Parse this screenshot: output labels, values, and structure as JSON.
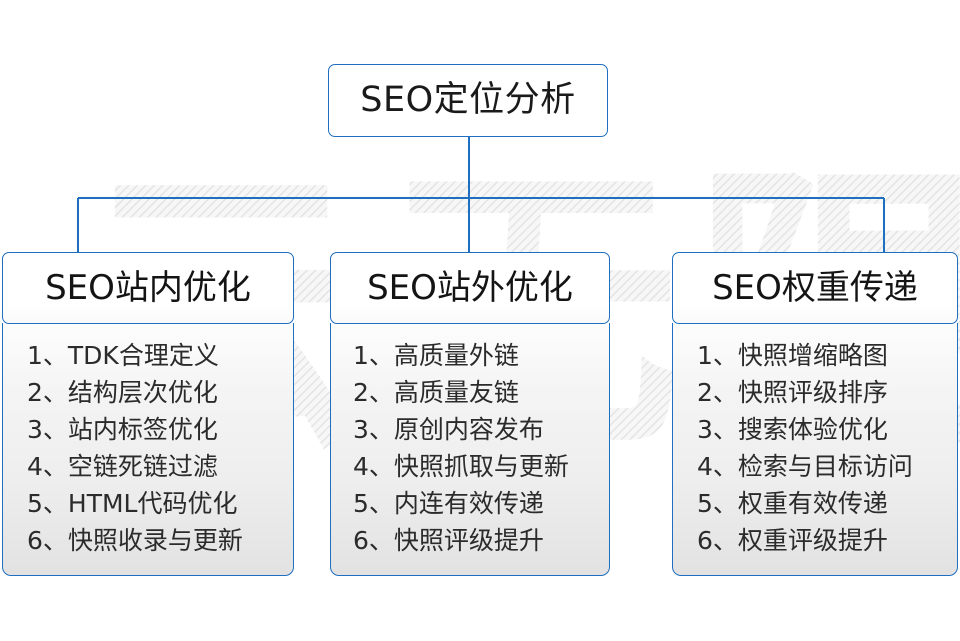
{
  "diagram": {
    "root": {
      "title": "SEO定位分析"
    },
    "columns": [
      {
        "header": "SEO站内优化",
        "items": [
          "1、TDK合理定义",
          "2、结构层次优化",
          "3、站内标签优化",
          "4、空链死链过滤",
          "5、HTML代码优化",
          "6、快照收录与更新"
        ]
      },
      {
        "header": "SEO站外优化",
        "items": [
          "1、高质量外链",
          "2、高质量友链",
          "3、原创内容发布",
          "4、快照抓取与更新",
          "5、内连有效传递",
          "6、快照评级提升"
        ]
      },
      {
        "header": "SEO权重传递",
        "items": [
          "1、快照增缩略图",
          "2、快照评级排序",
          "3、搜索体验优化",
          "4、检索与目标访问",
          "5、权重有效传递",
          "6、权重评级提升"
        ]
      }
    ],
    "watermark": {
      "text": "云无限"
    },
    "colors": {
      "connector": "#1f6fc0",
      "border": "#1f6fc0",
      "header_text": "#141414",
      "item_text": "#2b2b2b",
      "watermark": "#ececec",
      "background": "#ffffff"
    }
  }
}
